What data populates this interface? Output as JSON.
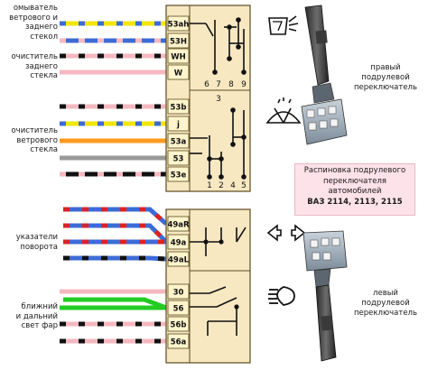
{
  "left_labels": {
    "washer": [
      "омыватель",
      "ветрового и",
      "заднего",
      "стекол"
    ],
    "rear_wiper": [
      "очиститель",
      "заднего",
      "стекла"
    ],
    "wiper": [
      "очиститель",
      "ветрового",
      "стекла"
    ],
    "turn": [
      "указатели",
      "поворота"
    ],
    "beam": [
      "ближний",
      "и дальний",
      "свет фар"
    ]
  },
  "right_labels": {
    "right_switch": [
      "правый",
      "подрулевой",
      "переключатель"
    ],
    "left_switch": [
      "левый",
      "подрулевой",
      "переключатель"
    ]
  },
  "title": {
    "line1": "Распиновка подрулевого",
    "line2": "переключателя",
    "line3": "автомобилей",
    "line4": "ВАЗ 2114, 2113, 2115"
  },
  "upper_block": {
    "pins": [
      "53ah",
      "53H",
      "WH",
      "W",
      "53b",
      "j",
      "53a",
      "53",
      "53e"
    ],
    "numbers_top": [
      "6",
      "7",
      "8",
      "9"
    ],
    "number_mid": "3",
    "numbers_bottom": [
      "1",
      "2",
      "4",
      "5"
    ]
  },
  "lower_block": {
    "pins": [
      "49aR",
      "49a",
      "49aL",
      "30",
      "56",
      "56b",
      "56a"
    ]
  },
  "wire_colors": {
    "yellow": "#f2e600",
    "blue": "#3d6bd6",
    "pink": "#f5b8c0",
    "black": "#111111",
    "red": "#dd2222",
    "green": "#22cc22",
    "orange": "#ff9a1f",
    "gray": "#9a9a9a",
    "block_fill": "#f7e8c2",
    "block_border": "#5a4a1e"
  },
  "icons": [
    "washer-icon",
    "wiper-icon",
    "turn-arrows-icon",
    "headlight-icon",
    "right-stalk-switch",
    "left-stalk-switch"
  ]
}
